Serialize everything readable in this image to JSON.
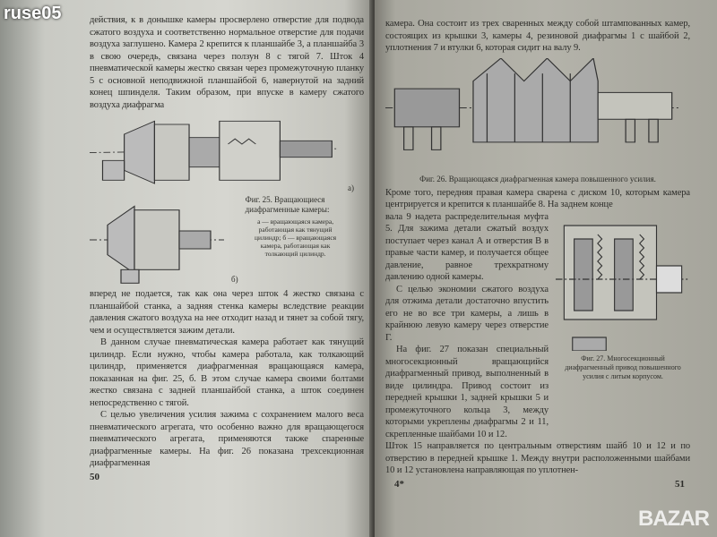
{
  "watermarks": {
    "top_left": "ruse05",
    "bottom_right": "BAZAR"
  },
  "left_page": {
    "top_text": "действия, к в донышке камеры просверлено отверстие для подвода сжатого воздуха и соответственно нормальное отверстие для подачи воздуха заглушено. Камера 2 крепится к планшайбе 3, а планшайба 3 в свою очередь, связана через ползун 8 с тягой 7. Шток 4 пневматической камеры жестко связан через промежуточную планку 5 с основной неподвижной планшайбой 6, навернутой на задний конец шпинделя. Таким образом, при впуске в камеру сжатого воздуха диафрагма",
    "fig_a_label": "а)",
    "fig_b_label": "б)",
    "fig25_caption": "Фиг. 25. Вращающиеся диафрагменные камеры:",
    "fig25_legend": "а — вращающаяся камера, работающая как тянущий цилиндр; б — вращающаяся камера, работающая как толкающий цилиндр.",
    "paragraphs": [
      "вперед не подается, так как она через шток 4 жестко связана с планшайбой станка, а задняя стенка камеры вследствие реакции давления сжатого воздуха на нее отходит назад и тянет за собой тягу, чем и осуществляется зажим детали.",
      "В данном случае пневматическая камера работает как тянущий цилиндр. Если нужно, чтобы камера работала, как толкающий цилиндр, применяется диафрагменная вращающаяся камера, показанная на фиг. 25, б. В этом случае камера своими болтами жестко связана с задней планшайбой станка, а шток соединен непосредственно с тягой.",
      "С целью увеличения усилия зажима с сохранением малого веса пневматического агрегата, что особенно важно для вращающегося пневматического агрегата, применяются также спаренные диафрагменные камеры. На фиг. 26 показана трехсекционная диафрагменная"
    ],
    "page_number": "50"
  },
  "right_page": {
    "top_text": "камера. Она состоит из трех сваренных между собой штампованных камер, состоящих из крышки 3, камеры 4, резиновой диафрагмы 1 с шайбой 2, уплотнения 7 и втулки 6, которая сидит на валу 9.",
    "fig26_caption": "Фиг. 26. Вращающаяся диафрагменная камера повышенного усилия.",
    "para_full": "Кроме того, передняя правая камера сварена с диском 10, которым камера центрируется и крепится к планшайбе 8. На заднем конце",
    "para_narrow": [
      "вала 9 надета распределительная муфта 5. Для зажима детали сжатый воздух поступает через канал А и отверстия В в правые части камер, и получается общее давление, равное трехкратному давлению одной камеры.",
      "С целью экономии сжатого воздуха для отжима детали достаточно впустить его не во все три камеры, а лишь в крайнюю левую камеру через отверстие Г.",
      "На фиг. 27 показан специальный многосекционный вращающийся диафрагменный привод, выполненный в виде цилиндра. Привод состоит из передней крышки 1, задней крышки 5 и промежуточного кольца 3, между которыми укреплены диафрагмы 2 и 11, скрепленные шайбами 10 и 12."
    ],
    "para_bottom": "Шток 15 направляется по центральным отверстиям шайб 10 и 12 и по отверстию в передней крышке 1. Между внутри расположенными шайбами 10 и 12 установлена направляющая по уплотнен-",
    "fig27_caption": "Фиг. 27. Многосекционный диафрагменный привод повышенного усилия с литым корпусом.",
    "signature_mark": "4*",
    "page_number": "51"
  }
}
